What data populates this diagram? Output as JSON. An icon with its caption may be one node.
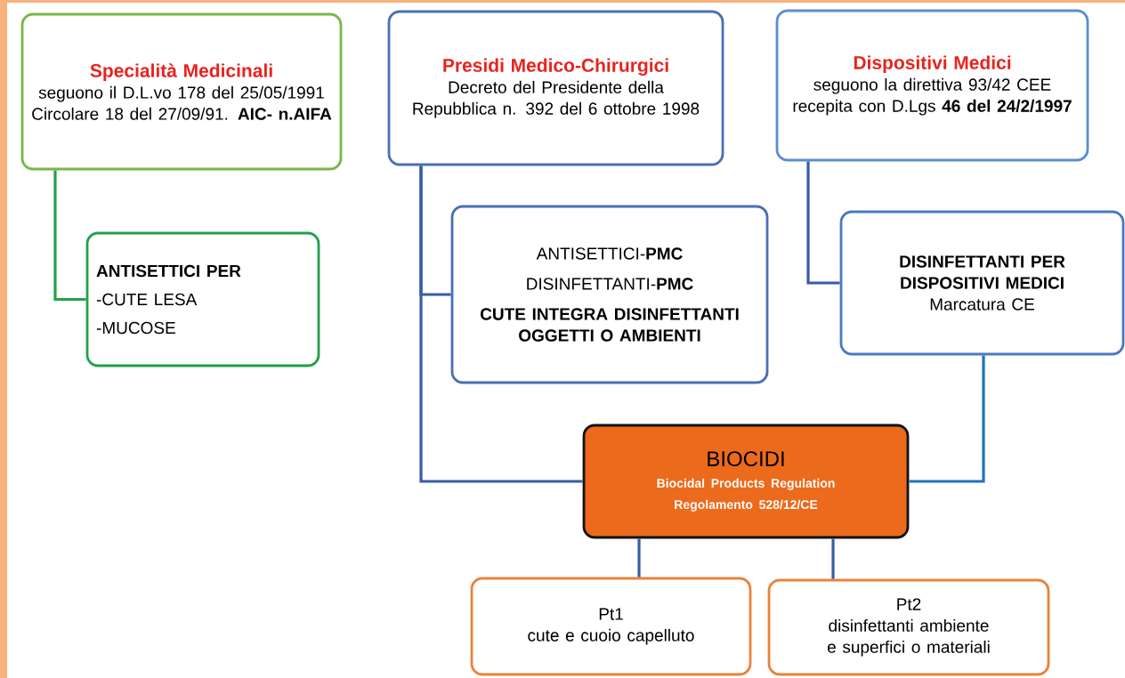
{
  "diagram": {
    "nodes": [
      {
        "text": [
          "Specialità Medicinali",
          "seguono il D.L.vo 178 del 25/05/1991 Circolare 18 del 27/09/91. **AIC- n.AIFA**"
        ]
      },
      {
        "text": [
          "ANTISETTICI PER",
          "-CUTE LESA",
          "-MUCOSE"
        ]
      },
      {
        "text": [
          "Presidi Medico-Chirurgici",
          "Decreto del Presidente della Repubblica n. 392 del 6 ottobre 1998"
        ]
      },
      {
        "text": [
          "ANTISETTICI-**PMC**",
          "DISINFETTANTI-**PMC**",
          "CUTE INTEGRA DISINFETTANTI OGGETTI O AMBIENTI"
        ]
      },
      {
        "text": [
          "Dispositivi Medici",
          "seguono la direttiva 93/42 CEE recepita con D.Lgs **46 del 24/2/1997**"
        ]
      },
      {
        "text": [
          "DISINFETTANTI PER DISPOSITIVI MEDICI",
          "Marcatura CE"
        ]
      },
      {
        "text": [
          "BIOCIDI",
          "Biocidal Products Regulation Regolamento 528/12/CE"
        ]
      },
      {
        "text": [
          "Pt1",
          "cute e cuoio capelluto"
        ]
      },
      {
        "text": [
          "Pt2",
          "disinfettanti ambiente e superfici o materiali"
        ]
      }
    ],
    "edges": [
      {
        "from": 0,
        "to": 1,
        "arrow": "none",
        "color": "#1fa34a"
      },
      {
        "from": 2,
        "to": 3,
        "arrow": "none"
      },
      {
        "from": 2,
        "to": 6,
        "arrow": "none"
      },
      {
        "from": 4,
        "to": 5,
        "arrow": "none"
      },
      {
        "from": 5,
        "to": 6,
        "arrow": "none",
        "color": "#1f72c0"
      },
      {
        "from": 6,
        "to": 7,
        "arrow": "none"
      },
      {
        "from": 6,
        "to": 8,
        "arrow": "none"
      }
    ]
  }
}
